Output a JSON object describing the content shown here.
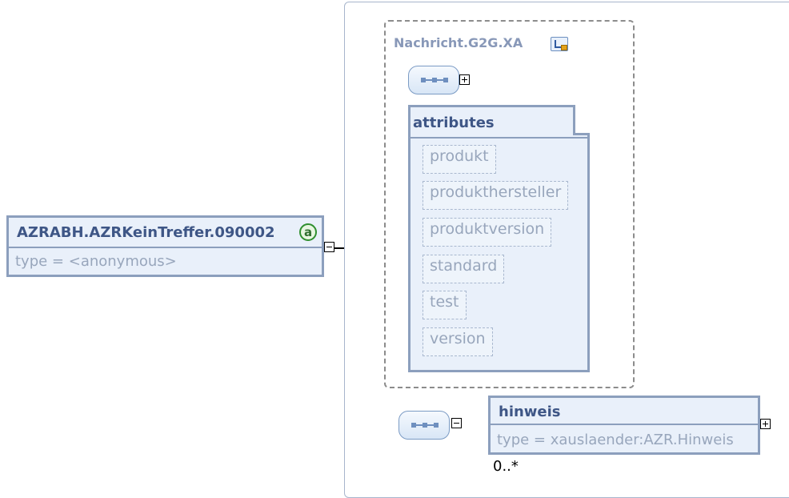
{
  "root_element": {
    "name": "AZRABH.AZRKeinTreffer.090002",
    "type_line": "type = <anonymous>",
    "badge": "a"
  },
  "type_group": {
    "title": "Nachricht.G2G.XA",
    "icon": "complex-type-icon"
  },
  "attributes_box": {
    "title": "attributes",
    "items": [
      "produkt",
      "produkthersteller",
      "produktversion",
      "standard",
      "test",
      "version"
    ]
  },
  "child_element": {
    "name": "hinweis",
    "type_line": "type = xauslaender:AZR.Hinweis",
    "cardinality": "0..*"
  },
  "colors": {
    "box_border": "#8c9fbd",
    "box_fill": "#e9f0fa",
    "title_text": "#3e5686",
    "muted_text": "#98a6bc"
  }
}
